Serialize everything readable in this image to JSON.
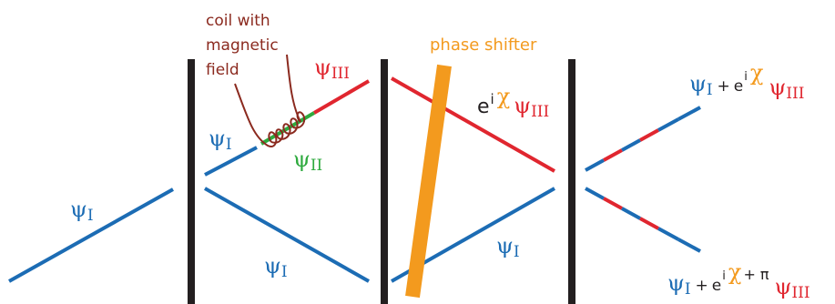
{
  "colors": {
    "wall": "#231f20",
    "blue": "#1c6cb4",
    "red": "#e0262f",
    "green": "#2eaa3e",
    "orange": "#f39a1e",
    "coil": "#8b2a1f",
    "black": "#231f20"
  },
  "labels": {
    "coil_text": [
      "coil with",
      "magnetic",
      "field"
    ],
    "phase_shifter": "phase shifter",
    "psi": "ψ",
    "sub_I": "I",
    "sub_II": "II",
    "sub_III": "III",
    "chi": "χ",
    "e": "e",
    "i": "i",
    "plus": "+",
    "plus_pi": "+ π"
  }
}
